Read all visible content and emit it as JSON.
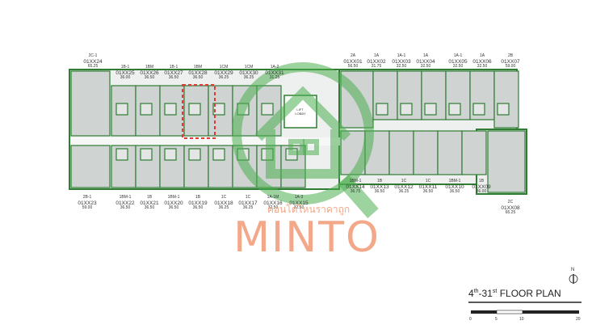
{
  "title": {
    "floor_from_num": "4",
    "floor_from_sup": "th",
    "floor_to_num": "31",
    "floor_to_sup": "st",
    "suffix": "FLOOR PLAN"
  },
  "north": "N",
  "scale": [
    "0",
    "5",
    "10",
    "20"
  ],
  "lift_lobby": "LIFT\nLOBBY",
  "watermark": {
    "brand": "MINTO",
    "thai": "คอนโดไหนราคาถูก"
  },
  "colors": {
    "wall": "#2e7d32",
    "room": "#cfd3d2",
    "corridor": "#eef0ef",
    "highlight": "#e53935",
    "watermark": "#f2a889"
  },
  "top_units": [
    {
      "type": "2C-1",
      "code": "01XX24",
      "area": "65.25"
    },
    {
      "type": "1B-1",
      "code": "01XX25",
      "area": "36.00"
    },
    {
      "type": "1BM",
      "code": "01XX26",
      "area": "36.50"
    },
    {
      "type": "1B-1",
      "code": "01XX27",
      "area": "36.50"
    },
    {
      "type": "1BM",
      "code": "01XX28",
      "area": "36.50"
    },
    {
      "type": "1CM",
      "code": "01XX29",
      "area": "36.25"
    },
    {
      "type": "1CM",
      "code": "01XX30",
      "area": "36.25"
    },
    {
      "type": "1A-2",
      "code": "01XX31",
      "area": "31.25"
    },
    {
      "type": "2A",
      "code": "01XX01",
      "area": "56.50"
    },
    {
      "type": "1A",
      "code": "01XX02",
      "area": "31.75"
    },
    {
      "type": "1A-1",
      "code": "01XX03",
      "area": "32.50"
    },
    {
      "type": "1A",
      "code": "01XX04",
      "area": "32.50"
    },
    {
      "type": "1A-1",
      "code": "01XX05",
      "area": "32.50"
    },
    {
      "type": "1A",
      "code": "01XX06",
      "area": "32.50"
    },
    {
      "type": "2B",
      "code": "01XX07",
      "area": "59.00"
    }
  ],
  "bottom_units": [
    {
      "type": "2B-1",
      "code": "01XX23",
      "area": "59.00"
    },
    {
      "type": "1BM-1",
      "code": "01XX22",
      "area": "36.50"
    },
    {
      "type": "1B",
      "code": "01XX21",
      "area": "36.50"
    },
    {
      "type": "1BM-1",
      "code": "01XX20",
      "area": "36.50"
    },
    {
      "type": "1B",
      "code": "01XX19",
      "area": "36.50"
    },
    {
      "type": "1C",
      "code": "01XX18",
      "area": "36.25"
    },
    {
      "type": "1C",
      "code": "01XX17",
      "area": "36.25"
    },
    {
      "type": "1A-1M",
      "code": "01XX16",
      "area": "32.50"
    },
    {
      "type": "1A-3",
      "code": "01XX15",
      "area": "32.50"
    },
    {
      "type": "1BM-1",
      "code": "01XX14",
      "area": "36.75"
    },
    {
      "type": "1B",
      "code": "01XX13",
      "area": "36.50"
    },
    {
      "type": "1C",
      "code": "01XX12",
      "area": "36.25"
    },
    {
      "type": "1C",
      "code": "01XX11",
      "area": "36.50"
    },
    {
      "type": "1BM-1",
      "code": "01XX10",
      "area": "36.50"
    },
    {
      "type": "1B",
      "code": "01XX09",
      "area": "36.00"
    },
    {
      "type": "2C",
      "code": "01XX08",
      "area": "65.25"
    }
  ]
}
